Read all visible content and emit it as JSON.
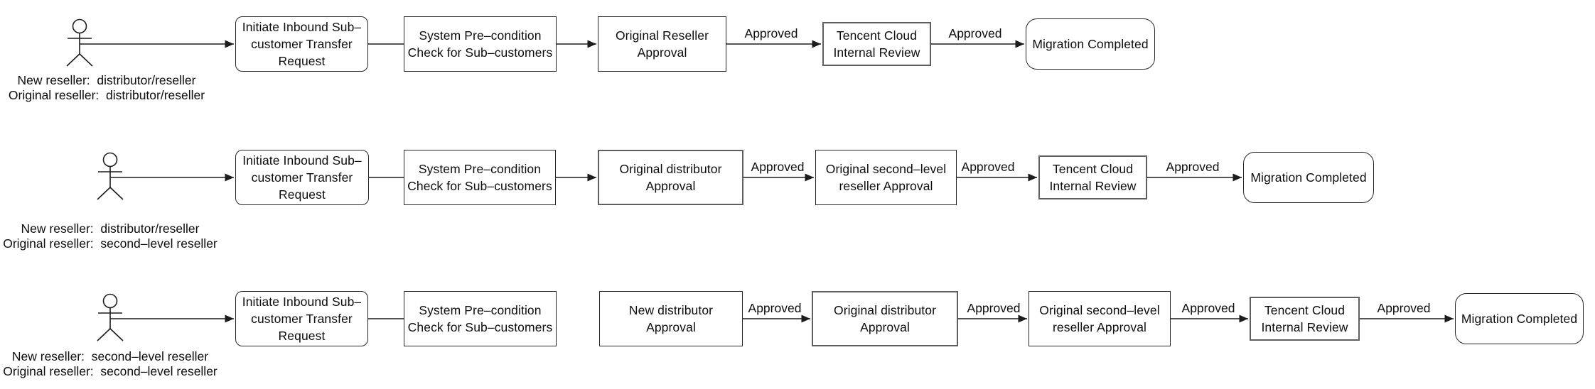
{
  "diagram_type": "flowchart",
  "rows": [
    {
      "actor": "New reseller:  distributor/reseller\nOriginal reseller:  distributor/reseller",
      "steps": [
        {
          "type": "start",
          "label": "Initiate Inbound Sub–\ncustomer Transfer\nRequest"
        },
        {
          "type": "process",
          "label": "System Pre–condition\nCheck for Sub–customers"
        },
        {
          "type": "process",
          "label": "Original Reseller\nApproval"
        },
        {
          "type": "review",
          "label": "Tencent Cloud\nInternal Review"
        },
        {
          "type": "end",
          "label": "Migration Completed"
        }
      ],
      "connector_labels": [
        "",
        "",
        "Approved",
        "Approved"
      ]
    },
    {
      "actor": "New reseller:  distributor/reseller\nOriginal reseller:  second–level reseller",
      "steps": [
        {
          "type": "start",
          "label": "Initiate Inbound Sub–\ncustomer Transfer\nRequest"
        },
        {
          "type": "process",
          "label": "System Pre–condition\nCheck for Sub–customers"
        },
        {
          "type": "process",
          "label": "Original distributor\nApproval"
        },
        {
          "type": "process",
          "label": "Original second–level\nreseller Approval"
        },
        {
          "type": "review",
          "label": "Tencent Cloud\nInternal Review"
        },
        {
          "type": "end",
          "label": "Migration Completed"
        }
      ],
      "connector_labels": [
        "",
        "",
        "Approved",
        "Approved",
        "Approved"
      ]
    },
    {
      "actor": "New reseller:  second–level reseller\nOriginal reseller:  second–level reseller",
      "steps": [
        {
          "type": "start",
          "label": "Initiate Inbound Sub–\ncustomer Transfer\nRequest"
        },
        {
          "type": "process",
          "label": "System Pre–condition\nCheck for Sub–customers"
        },
        {
          "type": "process",
          "label": "New distributor\nApproval"
        },
        {
          "type": "process",
          "label": "Original distributor\nApproval"
        },
        {
          "type": "process",
          "label": "Original second–level\nreseller Approval"
        },
        {
          "type": "review",
          "label": "Tencent Cloud\nInternal Review"
        },
        {
          "type": "end",
          "label": "Migration Completed"
        }
      ],
      "connector_labels": [
        "",
        null,
        "Approved",
        "Approved",
        "Approved",
        "Approved"
      ]
    }
  ]
}
